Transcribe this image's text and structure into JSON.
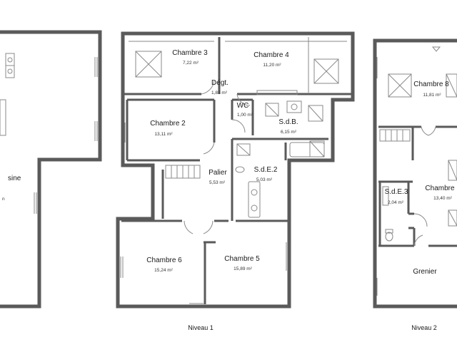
{
  "colors": {
    "wall": "#5a5a5a",
    "fixture": "#8a8a8a",
    "background": "#ffffff",
    "text": "#1a1a1a"
  },
  "rooms": {
    "cuisine": {
      "name": "sine",
      "area": "n"
    },
    "chambre3": {
      "name": "Chambre 3",
      "area": "7,22 m²"
    },
    "chambre4": {
      "name": "Chambre 4",
      "area": "11,20 m²"
    },
    "degt": {
      "name": "Dégt.",
      "area": "1,88 m²"
    },
    "wc": {
      "name": "WC",
      "area": "1,00 m²"
    },
    "sdb": {
      "name": "S.d.B.",
      "area": "6,15 m²"
    },
    "chambre2": {
      "name": "Chambre 2",
      "area": "13,11 m²"
    },
    "palier": {
      "name": "Palier",
      "area": "5,53 m²"
    },
    "sde2": {
      "name": "S.d.E.2",
      "area": "5,03 m²"
    },
    "chambre6": {
      "name": "Chambre 6",
      "area": "15,24 m²"
    },
    "chambre5": {
      "name": "Chambre 5",
      "area": "15,89 m²"
    },
    "chambre8": {
      "name": "Chambre 8",
      "area": "11,81 m²"
    },
    "sde3": {
      "name": "S.d.E.3",
      "area": "2,04 m²"
    },
    "chambre7": {
      "name": "Chambre",
      "area": "13,40 m²"
    },
    "grenier": {
      "name": "Grenier"
    }
  },
  "levels": {
    "niveau1": "Niveau 1",
    "niveau2": "Niveau 2"
  }
}
